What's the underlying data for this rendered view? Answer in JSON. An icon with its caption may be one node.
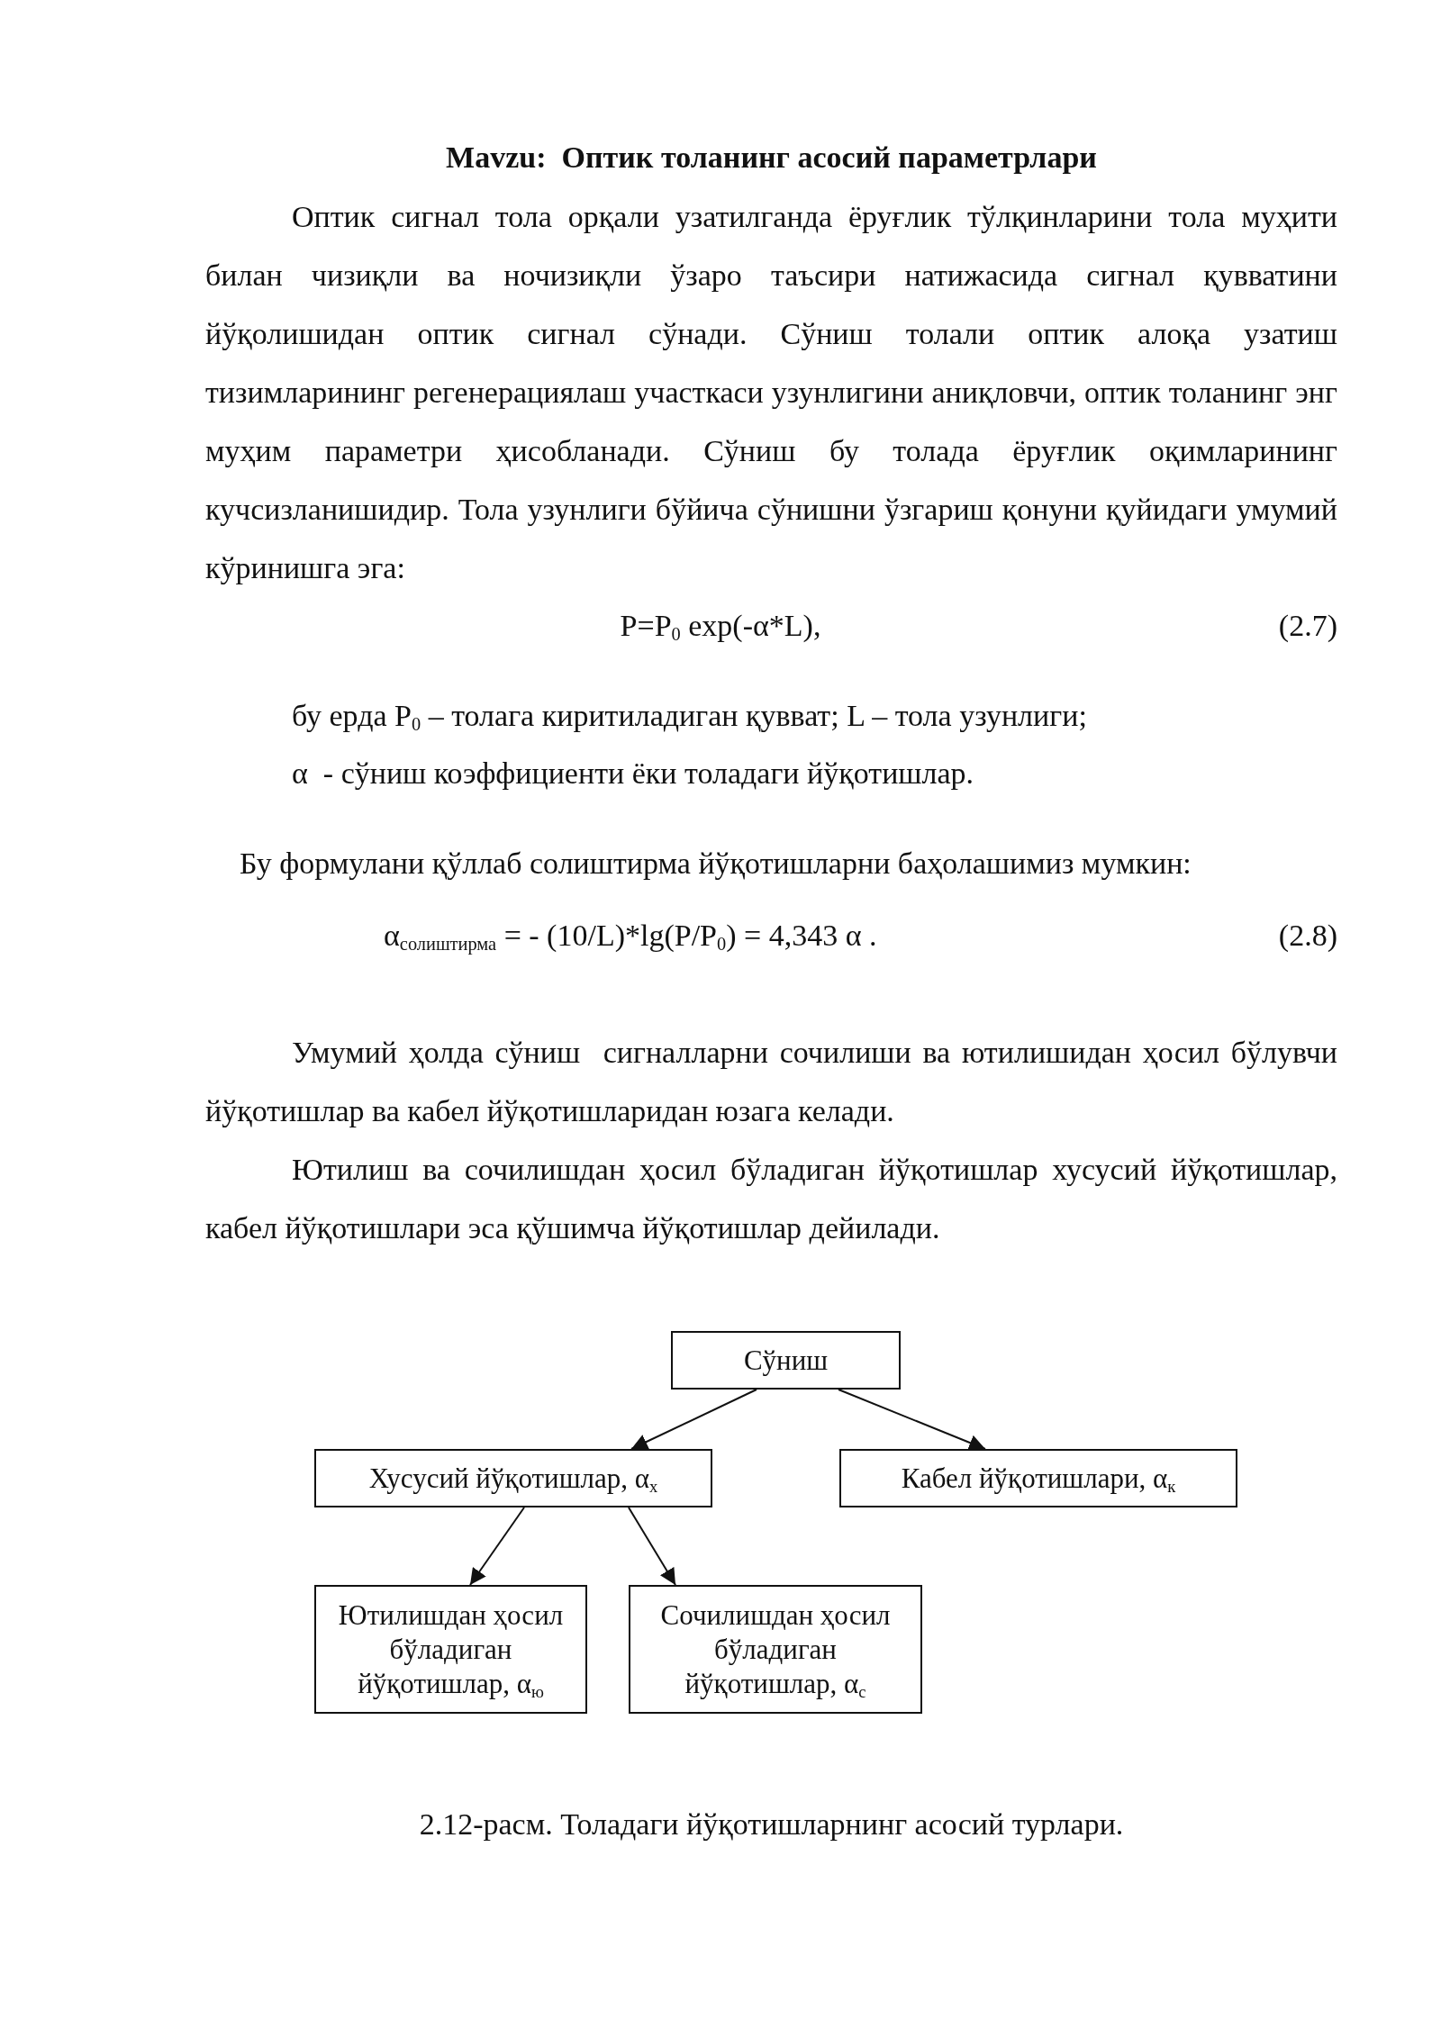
{
  "diagram": {
    "title": "Mavzu:  Оптик толанинг асосий параметрлари",
    "caption": "2.12-расм. Толадаги йўқотишларнинг асосий турлари.",
    "nodes": [
      {
        "text": [
          "Сўниш"
        ]
      },
      {
        "text": [
          "Хусусий йўқотишлар, α$_{х}$"
        ]
      },
      {
        "text": [
          "Кабел йўқотишлари, α$_{к}$"
        ]
      },
      {
        "text": [
          "Ютилишдан ҳосил бўладиган йўқотишлар, α$_{ю}$"
        ]
      },
      {
        "text": [
          "Сочилишдан ҳосил бўладиган йўқотишлар, α$_{с}$"
        ]
      }
    ],
    "edges": [
      {
        "from": 0,
        "to": 1,
        "arrow": "to"
      },
      {
        "from": 0,
        "to": 2,
        "arrow": "to"
      },
      {
        "from": 1,
        "to": 3,
        "arrow": "to"
      },
      {
        "from": 1,
        "to": 4,
        "arrow": "to"
      }
    ],
    "labels": [
      "Оптик сигнал тола орқали узатилганда ёруғлик тўлқинларини тола муҳити билан чизиқли ва ночизиқли ўзаро таъсири натижасида сигнал қувватини йўқолишидан оптик сигнал сўнади. Сўниш толали оптик алоқа узатиш тизимларининг регенерациялаш участкаси узунлигини аниқловчи, оптик толанинг энг муҳим параметри ҳисобланади. Сўниш бу толада ёруғлик оқимларининг кучсизланишидир. Тола узунлиги бўйича сўнишни ўзгариш қонуни қуйидаги умумий кўринишга эга:",
      "P=P$_{0}$ exp(-α*L),",
      "(2.7)",
      "бу ерда P$_{0}$ – толага киритиладиган қувват; L – тола узунлиги;",
      "α  - сўниш коэффициенти ёки толадаги йўқотишлар.",
      "Бу формулани қўллаб солиштирма йўқотишларни баҳолашимиз мумкин:",
      "α$_{солиштирма}$ = - (10/L)*lg(P/P$_{0}$) = 4,343 α .",
      "(2.8)",
      "Умумий ҳолда сўниш  сигналларни сочилиши ва ютилишидан ҳосил бўлувчи йўқотишлар ва кабел йўқотишларидан юзага келади.",
      "Ютилиш ва сочилишдан ҳосил бўладиган йўқотишлар хусусий йўқотишлар, кабел йўқотишлари эса қўшимча йўқотишлар дейилади."
    ]
  }
}
